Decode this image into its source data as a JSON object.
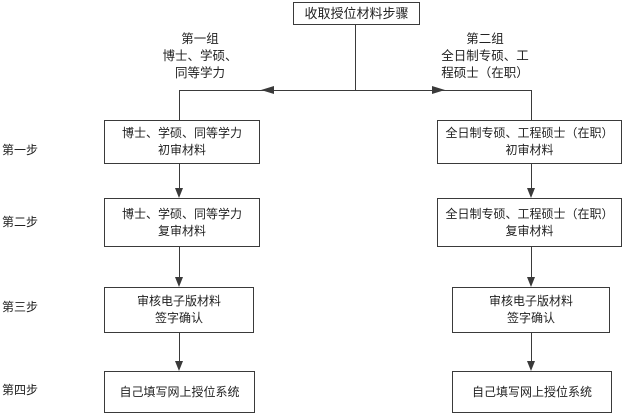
{
  "diagram": {
    "title": "收取授位材料步骤",
    "step_labels": [
      "第一步",
      "第二步",
      "第三步",
      "第四步"
    ],
    "groups": {
      "left": {
        "label": "第一组\n博士、学硕、\n同等学力",
        "boxes": [
          "博士、学硕、同等学力\n初审材料",
          "博士、学硕、同等学力\n复审材料",
          "审核电子版材料\n签字确认",
          "自己填写网上授位系统"
        ]
      },
      "right": {
        "label": "第二组\n全日制专硕、工\n程硕士（在职）",
        "boxes": [
          "全日制专硕、工程硕士（在职）\n初审材料",
          "全日制专硕、工程硕士（在职）\n复审材料",
          "审核电子版材料\n签字确认",
          "自己填写网上授位系统"
        ]
      }
    },
    "colors": {
      "line": "#3a3a3a",
      "text": "#222222",
      "background": "#ffffff"
    }
  }
}
